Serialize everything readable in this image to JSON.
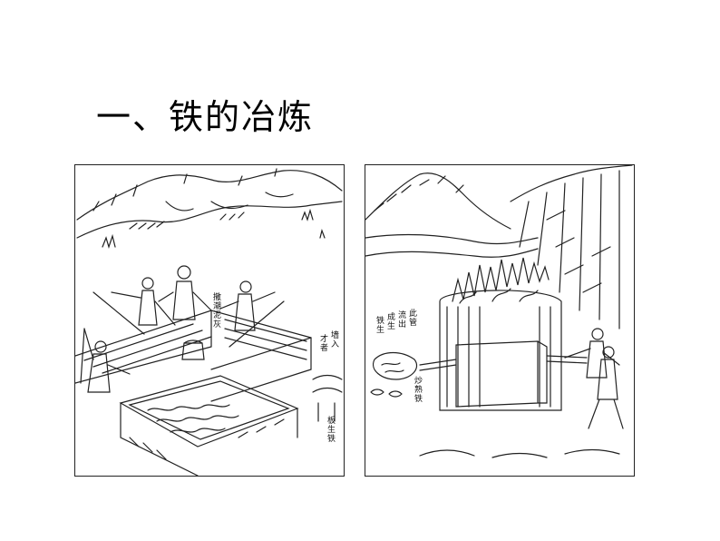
{
  "slide": {
    "title": "一、铁的冶炼"
  },
  "left_illustration": {
    "captions": [
      "撒潮泥灰",
      "墙入",
      "才者",
      "板生铁"
    ]
  },
  "right_illustration": {
    "captions": [
      "此管",
      "流出",
      "成生",
      "铁生",
      "炒熟铁"
    ]
  }
}
